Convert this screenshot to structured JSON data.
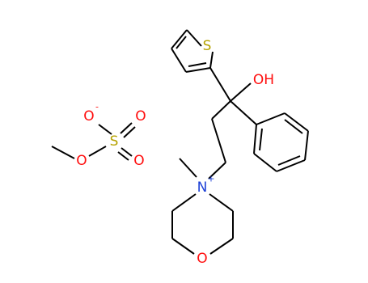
{
  "colors": {
    "background": "#ffffff",
    "bond": "#000000",
    "oxygen": "#ff0d0d",
    "sulfur": "#b5a200",
    "nitrogen": "#1c3fd6",
    "carbon": "#000000"
  },
  "methyl_sulfate": {
    "o_minus": "O",
    "o_minus_charge": "-",
    "o_double_1": "O",
    "o_double_2": "O",
    "o_bridge": "O",
    "sulfur": "S"
  },
  "cation": {
    "thiophene_sulfur": "S",
    "hydroxyl": "OH",
    "nitrogen": "N",
    "nitrogen_charge": "+",
    "morpholine_oxygen": "O"
  }
}
